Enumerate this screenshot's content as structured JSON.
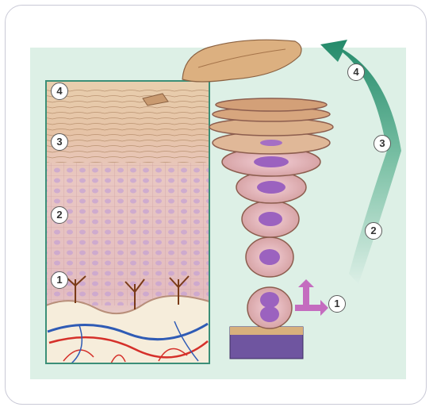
{
  "labels": {
    "inset": [
      "4",
      "3",
      "2",
      "1"
    ],
    "stack": [
      "1",
      "2",
      "3",
      "4"
    ]
  },
  "colors": {
    "panel": "#ddf0e6",
    "arrow_green": "#2f9a78",
    "cell_nucleus": "#a56fc4",
    "vein": "#2f5bb5",
    "artery": "#d5302a",
    "marker_arrow": "#c46cbf"
  }
}
